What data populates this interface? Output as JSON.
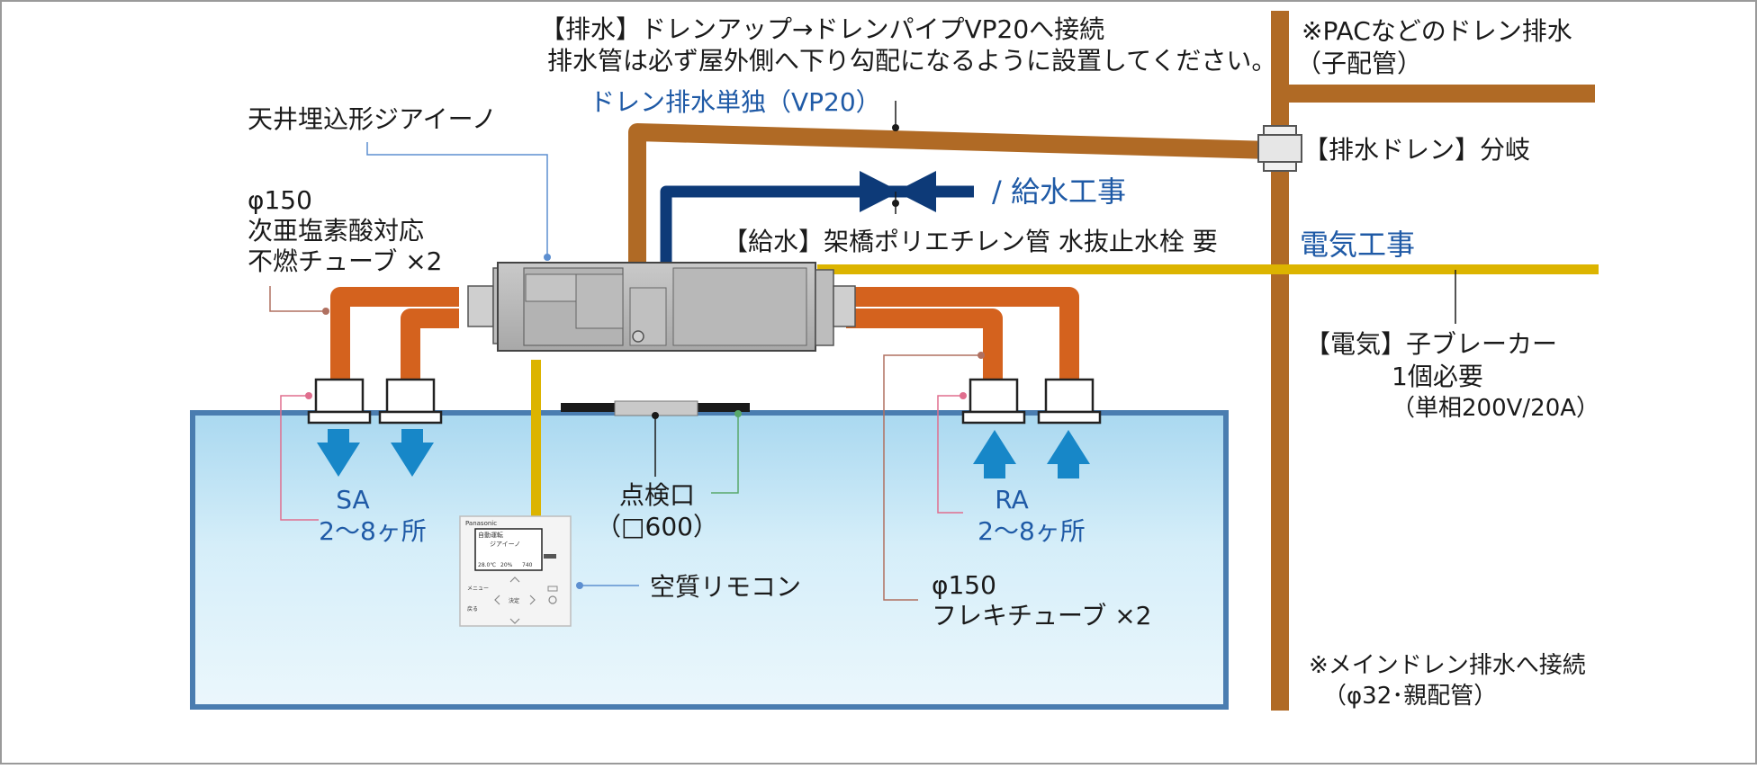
{
  "labels": {
    "drain_note_line1": "【排水】ドレンアップ→ドレンパイプVP20へ接続",
    "drain_note_line2": "排水管は必ず屋外側へ下り勾配になるように設置してください。",
    "pac_drain_line1": "※PACなどのドレン排水",
    "pac_drain_line2": "（子配管）",
    "drain_single": "ドレン排水単独（VP20）",
    "unit_name": "天井埋込形ジアイーノ",
    "branch": "【排水ドレン】分岐",
    "supply_work": "/ 給水工事",
    "supply_note": "【給水】架橋ポリエチレン管 水抜止水栓 要",
    "electric_work": "電気工事",
    "tube_size": "φ150",
    "tube_desc_line1": "次亜塩素酸対応",
    "tube_desc_line2": "不燃チューブ ×2",
    "breaker_line1": "【電気】子ブレーカー",
    "breaker_line2": "1個必要",
    "breaker_line3": "（単相200V/20A）",
    "sa_label": "SA",
    "sa_count": "2～8ヶ所",
    "ra_label": "RA",
    "ra_count": "2～8ヶ所",
    "inspection_line1": "点検口",
    "inspection_line2": "（□600）",
    "remote_label": "空質リモコン",
    "flex_size": "φ150",
    "flex_desc": "フレキチューブ ×2",
    "main_drain_line1": "※メインドレン排水へ接続",
    "main_drain_line2": "（φ32･親配管）"
  },
  "remote_screen": {
    "brand": "Panasonic",
    "mode": "自動運転",
    "device": "ジアイーノ",
    "temp": "28.0℃",
    "humidity": "20%",
    "volume": "740",
    "menu": "メニュー",
    "confirm": "決定",
    "back": "戻る"
  },
  "colors": {
    "drain_pipe": "#b06a25",
    "water_pipe": "#0d3a78",
    "electric_line": "#dcb400",
    "duct": "#d4621e",
    "ceiling_fill": "#bfe3f5",
    "ceiling_border": "#4a7db0",
    "airflow_arrow": "#1787c8"
  }
}
